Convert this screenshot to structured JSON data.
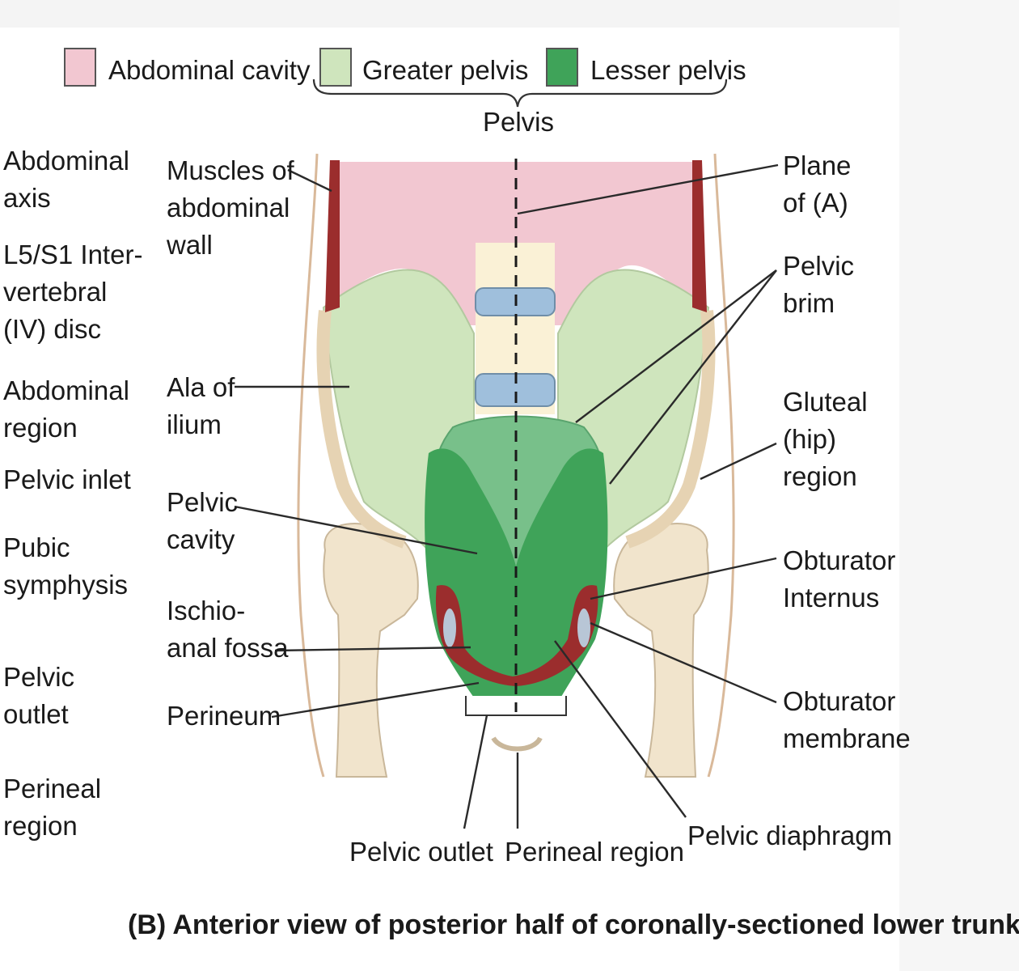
{
  "legend": {
    "abdominal_cavity": "Abdominal cavity",
    "greater_pelvis": "Greater pelvis",
    "lesser_pelvis": "Lesser pelvis",
    "pelvis_brace": "Pelvis",
    "colors": {
      "abdominal_cavity": "#f2c7d1",
      "greater_pelvis": "#cfe5bd",
      "lesser_pelvis": "#3fa359"
    }
  },
  "left_column": [
    [
      "Abdominal",
      "axis"
    ],
    [
      "L5/S1 Inter-",
      "vertebral",
      "(IV) disc"
    ],
    [
      "Abdominal",
      "region"
    ],
    [
      "Pelvic inlet"
    ],
    [
      "Pubic",
      "symphysis"
    ],
    [
      "Pelvic",
      "outlet"
    ],
    [
      "Perineal",
      "region"
    ]
  ],
  "left_labels": [
    [
      "Muscles of",
      "abdominal",
      "wall"
    ],
    [
      "Ala of",
      "ilium"
    ],
    [
      "Pelvic",
      "cavity"
    ],
    [
      "Ischio-",
      "anal fossa"
    ],
    [
      "Perineum"
    ]
  ],
  "right_labels": [
    [
      "Plane",
      "of (A)"
    ],
    [
      "Pelvic",
      "brim"
    ],
    [
      "Gluteal",
      "(hip)",
      "region"
    ],
    [
      "Obturator",
      "Internus"
    ],
    [
      "Obturator",
      "membrane"
    ]
  ],
  "bottom_labels": [
    "Pelvic outlet",
    "Perineal region",
    "Pelvic diaphragm"
  ],
  "caption": "(B)  Anterior view of posterior half of coronally-sectioned lower trunk"
}
